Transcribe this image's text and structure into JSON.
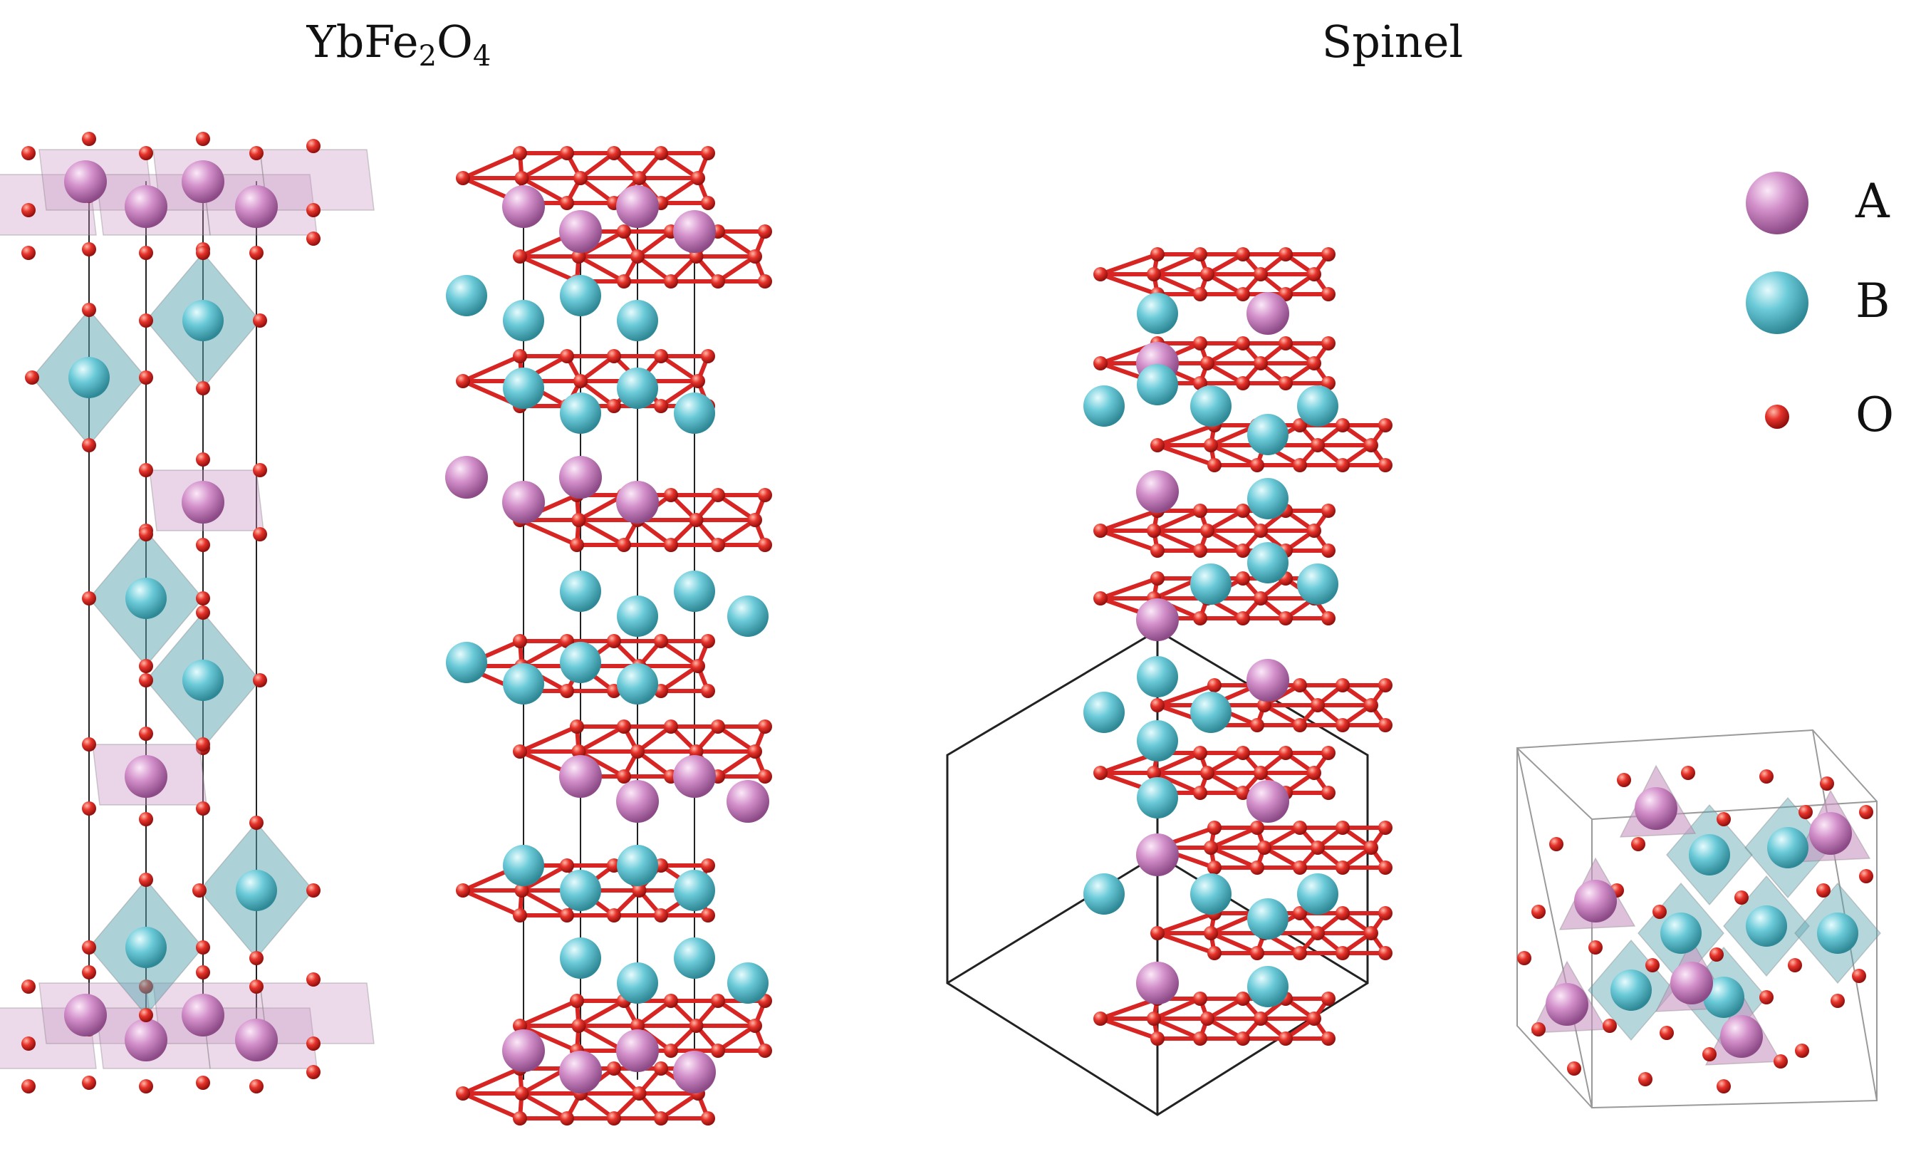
{
  "titles": {
    "left": {
      "main": "YbFe",
      "sub1": "2",
      "mid": "O",
      "sub2": "4"
    },
    "right": "Spinel"
  },
  "legend": [
    {
      "label": "A",
      "color": "#c77dbd"
    },
    {
      "label": "B",
      "color": "#66c4d2"
    },
    {
      "label": "O",
      "color": "#e12a25"
    }
  ],
  "colors": {
    "a_atom": "#c77dbd",
    "b_atom": "#66c4d2",
    "o_atom": "#e12a25",
    "bond": "#d62522",
    "cell_line": "#222222",
    "a_polyhedron": "#c996c2",
    "b_polyhedron": "#5aa6b2"
  }
}
